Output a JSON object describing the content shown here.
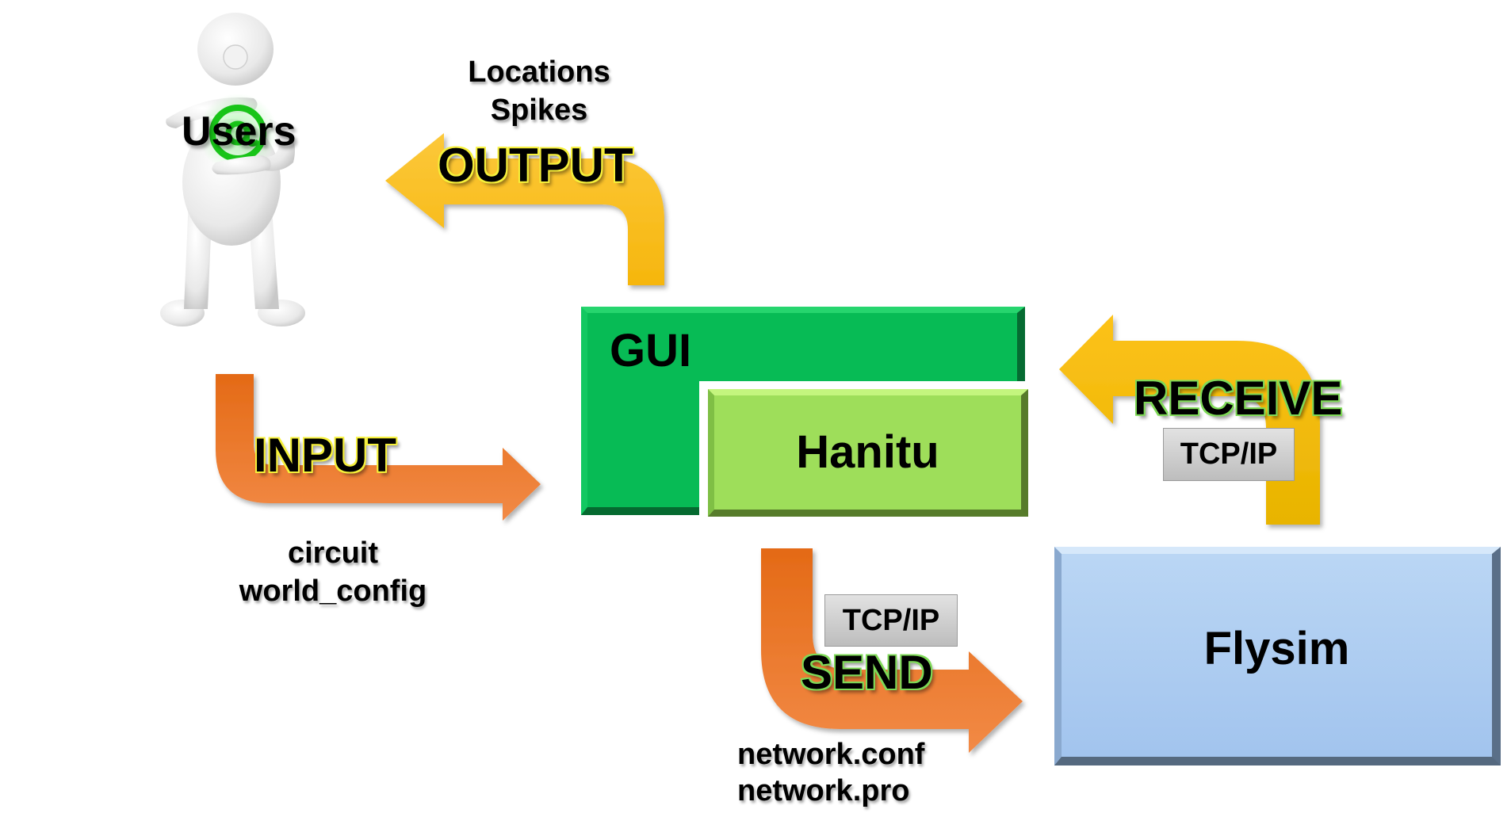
{
  "diagram": {
    "actors": {
      "users": {
        "label": "Users",
        "figure": "person-with-at-sign-icon"
      }
    },
    "components": {
      "gui": {
        "label": "GUI",
        "color": "#07bb55"
      },
      "hanitu": {
        "label": "Hanitu",
        "color": "#9ede5a"
      },
      "flysim": {
        "label": "Flysim",
        "color": "#b0cff2"
      }
    },
    "flows": {
      "output": {
        "label": "OUTPUT",
        "from": "GUI",
        "to": "Users",
        "color": "#fbbe1e",
        "items": [
          "Locations",
          "Spikes"
        ]
      },
      "input": {
        "label": "INPUT",
        "from": "Users",
        "to": "GUI",
        "color": "#ef7d30",
        "items": [
          "circuit",
          "world_config"
        ]
      },
      "send": {
        "label": "SEND",
        "from": "Hanitu",
        "to": "Flysim",
        "color": "#ef7d30",
        "protocol": "TCP/IP",
        "items": [
          "network.conf",
          "network.pro"
        ]
      },
      "receive": {
        "label": "RECEIVE",
        "from": "Flysim",
        "to": "Hanitu",
        "color": "#fbbe1e",
        "protocol": "TCP/IP"
      }
    }
  }
}
